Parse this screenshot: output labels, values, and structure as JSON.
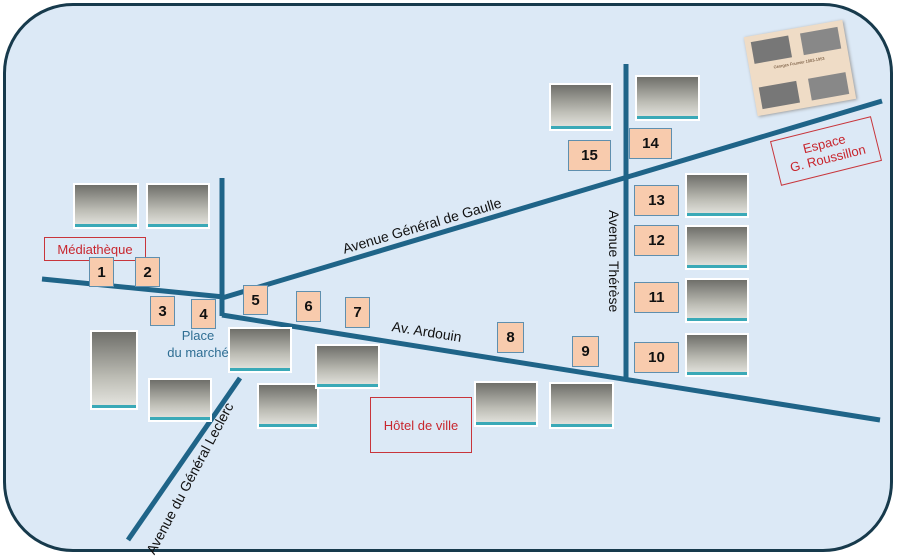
{
  "roads": {
    "gaulle": "Avenue Général de Gaulle",
    "ardouin": "Av. Ardouin",
    "therese": "Avenue Thérèse",
    "leclerc": "Avenue du Général Leclerc"
  },
  "places": {
    "mediatheque": "Médiathèque",
    "hotel_de_ville": "Hôtel de ville",
    "espace_line1": "Espace",
    "espace_line2": "G. Roussillon",
    "place_line1": "Place",
    "place_line2": "du marché"
  },
  "poster_title": "Georges Fournier 1883-1953",
  "markers": [
    "1",
    "2",
    "3",
    "4",
    "5",
    "6",
    "7",
    "8",
    "9",
    "10",
    "11",
    "12",
    "13",
    "14",
    "15"
  ],
  "colors": {
    "road": "#1f6488",
    "marker": "#f8cbad",
    "label": "#c8262e",
    "background": "#dce9f6"
  }
}
